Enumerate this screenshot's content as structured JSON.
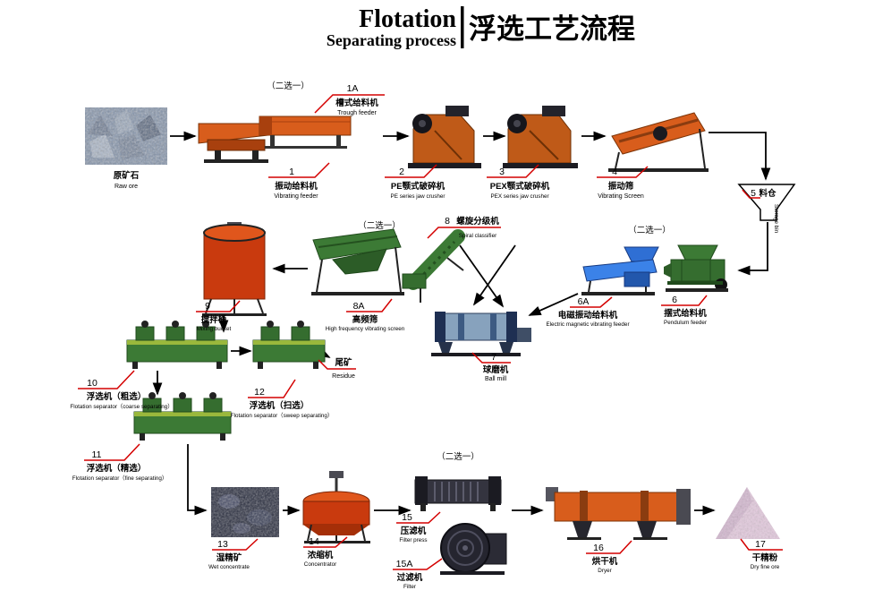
{
  "title": {
    "en_main": "Flotation",
    "en_sub": "Separating process",
    "zh": "浮选工艺流程"
  },
  "choice_note": "（二选一）",
  "labels": {
    "raw_ore": {
      "zh": "原矿石",
      "en": "Raw ore"
    },
    "residue": {
      "zh": "尾矿",
      "en": "Residue"
    }
  },
  "nodes": {
    "n1": {
      "num": "1",
      "zh": "振动给料机",
      "en": "Vibrating feeder"
    },
    "n1a": {
      "num": "1A",
      "zh": "槽式给料机",
      "en": "Trough feeder"
    },
    "n2": {
      "num": "2",
      "zh": "PE颚式破碎机",
      "en": "PE series jaw crusher"
    },
    "n3": {
      "num": "3",
      "zh": "PEX颚式破碎机",
      "en": "PEX series jaw crusher"
    },
    "n4": {
      "num": "4",
      "zh": "振动筛",
      "en": "Vibrating Screen"
    },
    "n5": {
      "num": "5",
      "zh": "料仓",
      "en": "Storage bin"
    },
    "n6": {
      "num": "6",
      "zh": "摆式给料机",
      "en": "Pendulum feeder"
    },
    "n6a": {
      "num": "6A",
      "zh": "电磁振动给料机",
      "en": "Electric magnetic vibrating feeder"
    },
    "n7": {
      "num": "7",
      "zh": "球磨机",
      "en": "Ball mill"
    },
    "n8": {
      "num": "8",
      "zh": "螺旋分级机",
      "en": "Spiral classifier"
    },
    "n8a": {
      "num": "8A",
      "zh": "高频筛",
      "en": "High frequency vibrating screen"
    },
    "n9": {
      "num": "9",
      "zh": "搅拌桶",
      "en": "Mixing bucket"
    },
    "n10": {
      "num": "10",
      "zh": "浮选机（粗选）",
      "en": "Flotation separator（coarse separating）"
    },
    "n11": {
      "num": "11",
      "zh": "浮选机（精选）",
      "en": "Flotation separator（fine separating）"
    },
    "n12": {
      "num": "12",
      "zh": "浮选机（扫选）",
      "en": "Flotation separator（sweep separating）"
    },
    "n13": {
      "num": "13",
      "zh": "湿精矿",
      "en": "Wet concentrate"
    },
    "n14": {
      "num": "14",
      "zh": "浓缩机",
      "en": "Concentrator"
    },
    "n15": {
      "num": "15",
      "zh": "压滤机",
      "en": "Filter press"
    },
    "n15a": {
      "num": "15A",
      "zh": "过滤机",
      "en": "Filter"
    },
    "n16": {
      "num": "16",
      "zh": "烘干机",
      "en": "Dryer"
    },
    "n17": {
      "num": "17",
      "zh": "干精粉",
      "en": "Dry fine ore"
    }
  },
  "colors": {
    "callout_red": "#d40000",
    "machine_orange": "#d85d1c",
    "machine_green": "#3c7a35",
    "machine_blue": "#3b82e8",
    "tank_red": "#c93a0e",
    "line_black": "#000000"
  }
}
